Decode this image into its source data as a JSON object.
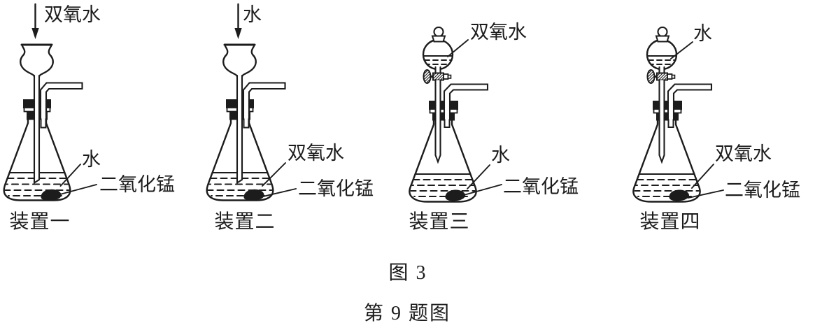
{
  "style": {
    "ink_color": "#1c1c1c",
    "background_color": "#ffffff"
  },
  "figure": {
    "caption": "图 3",
    "subcaption": "第 9 题图"
  },
  "apparatus": [
    {
      "name": "装置一",
      "funnel_type": "thistle-funnel",
      "feed_label": "双氧水",
      "flask_liquid_label": "水",
      "flask_solid_label": "二氧化锰"
    },
    {
      "name": "装置二",
      "funnel_type": "thistle-funnel",
      "feed_label": "水",
      "flask_liquid_label": "双氧水",
      "flask_solid_label": "二氧化锰"
    },
    {
      "name": "装置三",
      "funnel_type": "dropping-funnel",
      "feed_label": "双氧水",
      "flask_liquid_label": "水",
      "flask_solid_label": "二氧化锰"
    },
    {
      "name": "装置四",
      "funnel_type": "dropping-funnel",
      "feed_label": "水",
      "flask_liquid_label": "双氧水",
      "flask_solid_label": "二氧化锰"
    }
  ]
}
